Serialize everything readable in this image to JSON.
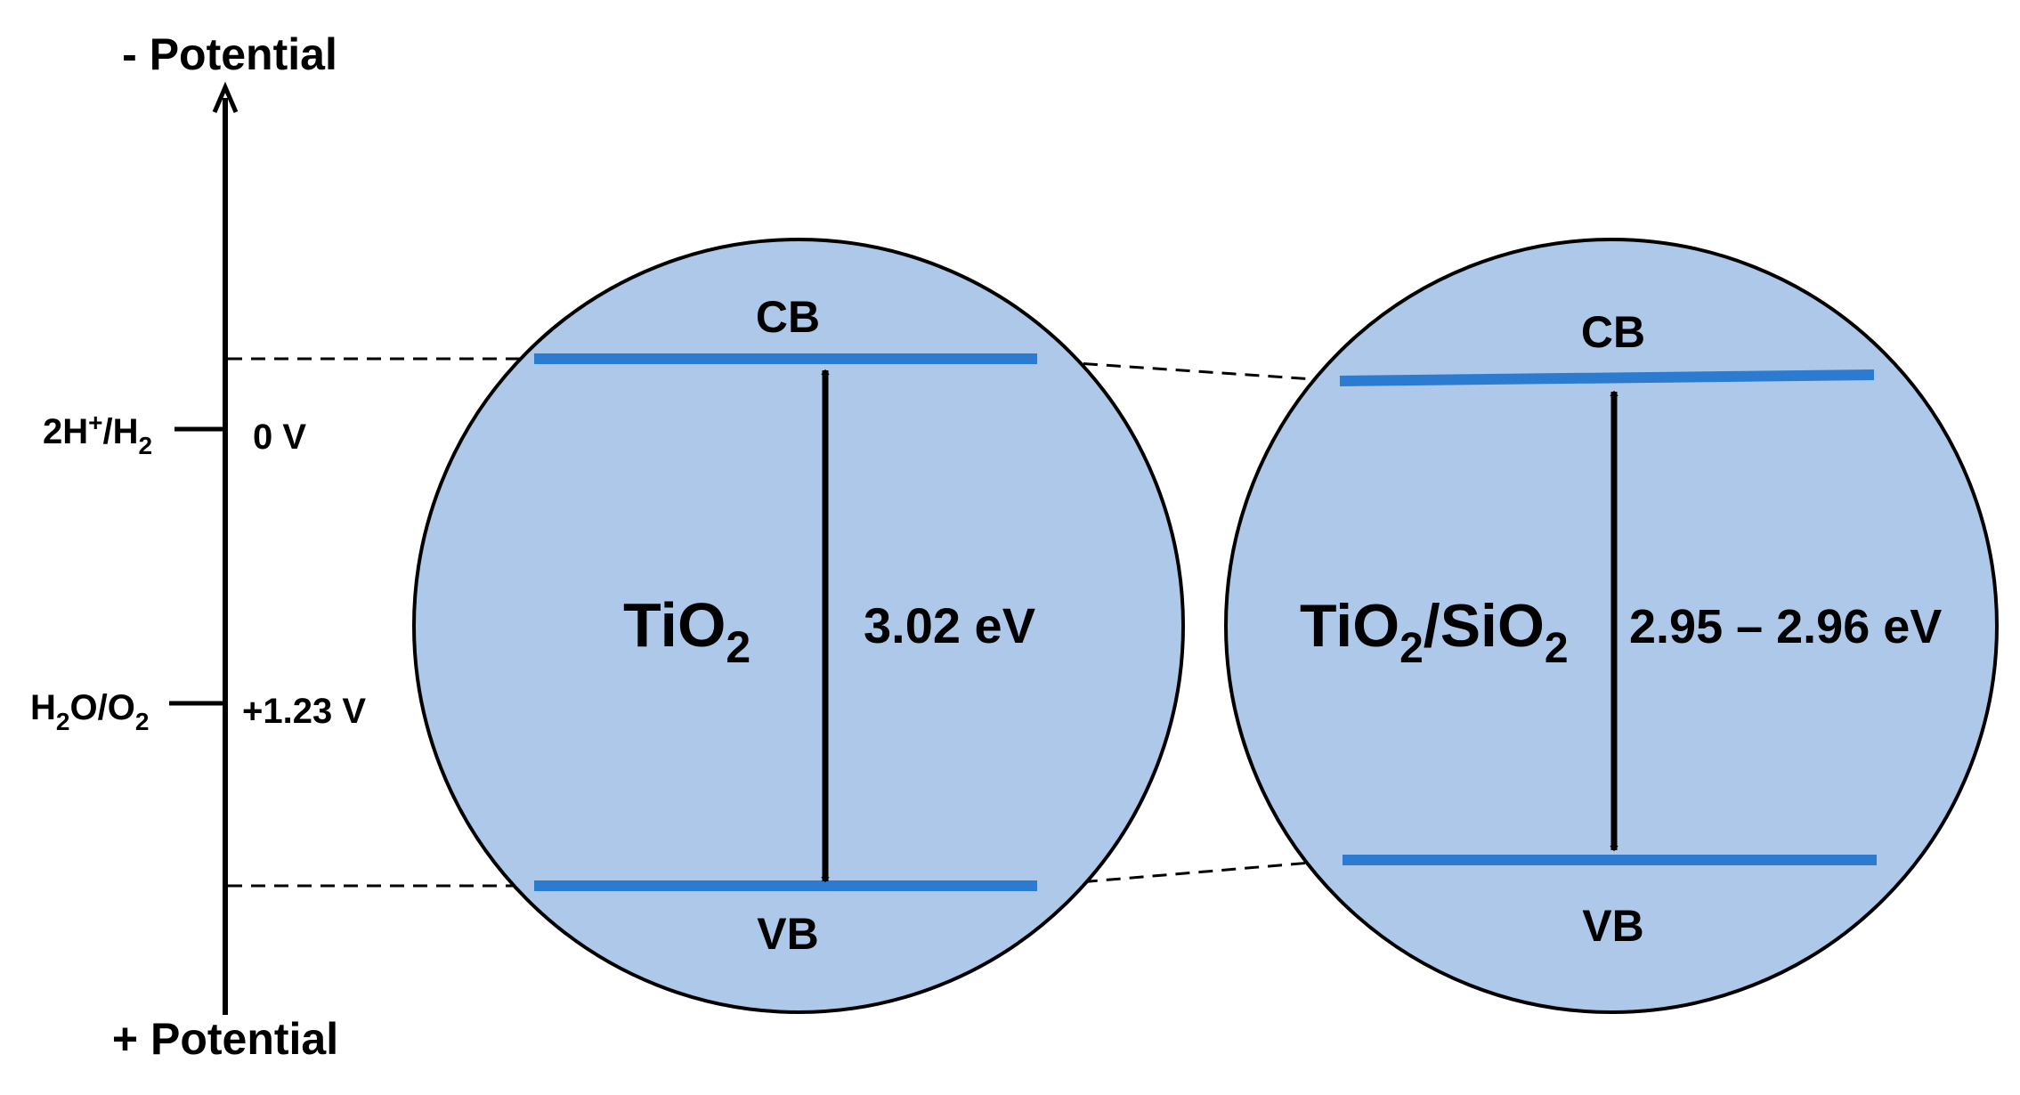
{
  "axis": {
    "top_label": "- Potential",
    "bottom_label": "+ Potential"
  },
  "references": [
    {
      "couple_main": "2H",
      "couple_sup": "+",
      "couple_after": "/H",
      "couple_sub": "2",
      "couple_tail": "",
      "potential": "0 V"
    },
    {
      "couple_main": "H",
      "couple_sub": "2",
      "couple_after": "O/O",
      "couple_sub2": "2",
      "potential": "+1.23 V"
    }
  ],
  "materials": [
    {
      "name_main": "TiO",
      "name_sub": "2",
      "name_tail": "",
      "name_sub2": "",
      "band_gap": "3.02 eV",
      "cb_label": "CB",
      "vb_label": "VB"
    },
    {
      "name_main": "TiO",
      "name_sub": "2",
      "name_tail": "/SiO",
      "name_sub2": "2",
      "band_gap": "2.95 – 2.96 eV",
      "cb_label": "CB",
      "vb_label": "VB"
    }
  ],
  "colors": {
    "circle_fill": "#adc8e8",
    "band_line": "#2b7bd0",
    "outline": "#000000"
  }
}
